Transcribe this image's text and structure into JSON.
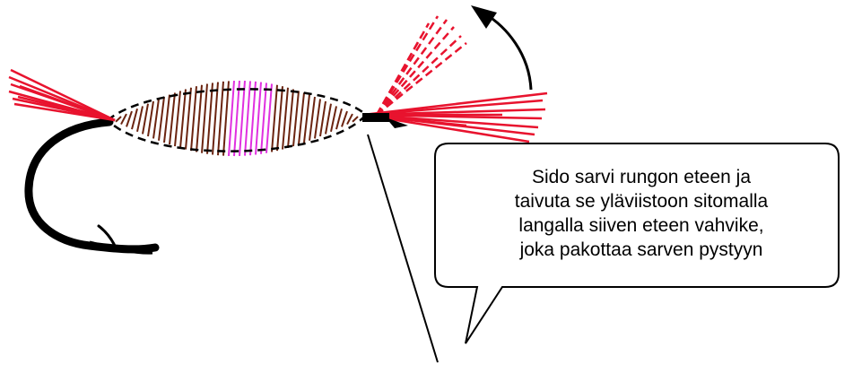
{
  "callout": {
    "lines": [
      "Sido sarvi rungon eteen ja",
      "taivuta se yläviistoon sitomalla",
      "langalla siiven eteen vahvike,",
      "joka pakottaa sarven pystyyn"
    ]
  },
  "colors": {
    "horn": "#e8132e",
    "body_wraps": "#6b2410",
    "body_highlight": "#e030e0",
    "outline": "#000000",
    "hook": "#000000",
    "bubble_border": "#000000",
    "bubble_fill": "#ffffff"
  },
  "icons": {
    "bend_arrow": "curved-arrow-up-left-icon",
    "hook": "fishing-hook-icon"
  }
}
